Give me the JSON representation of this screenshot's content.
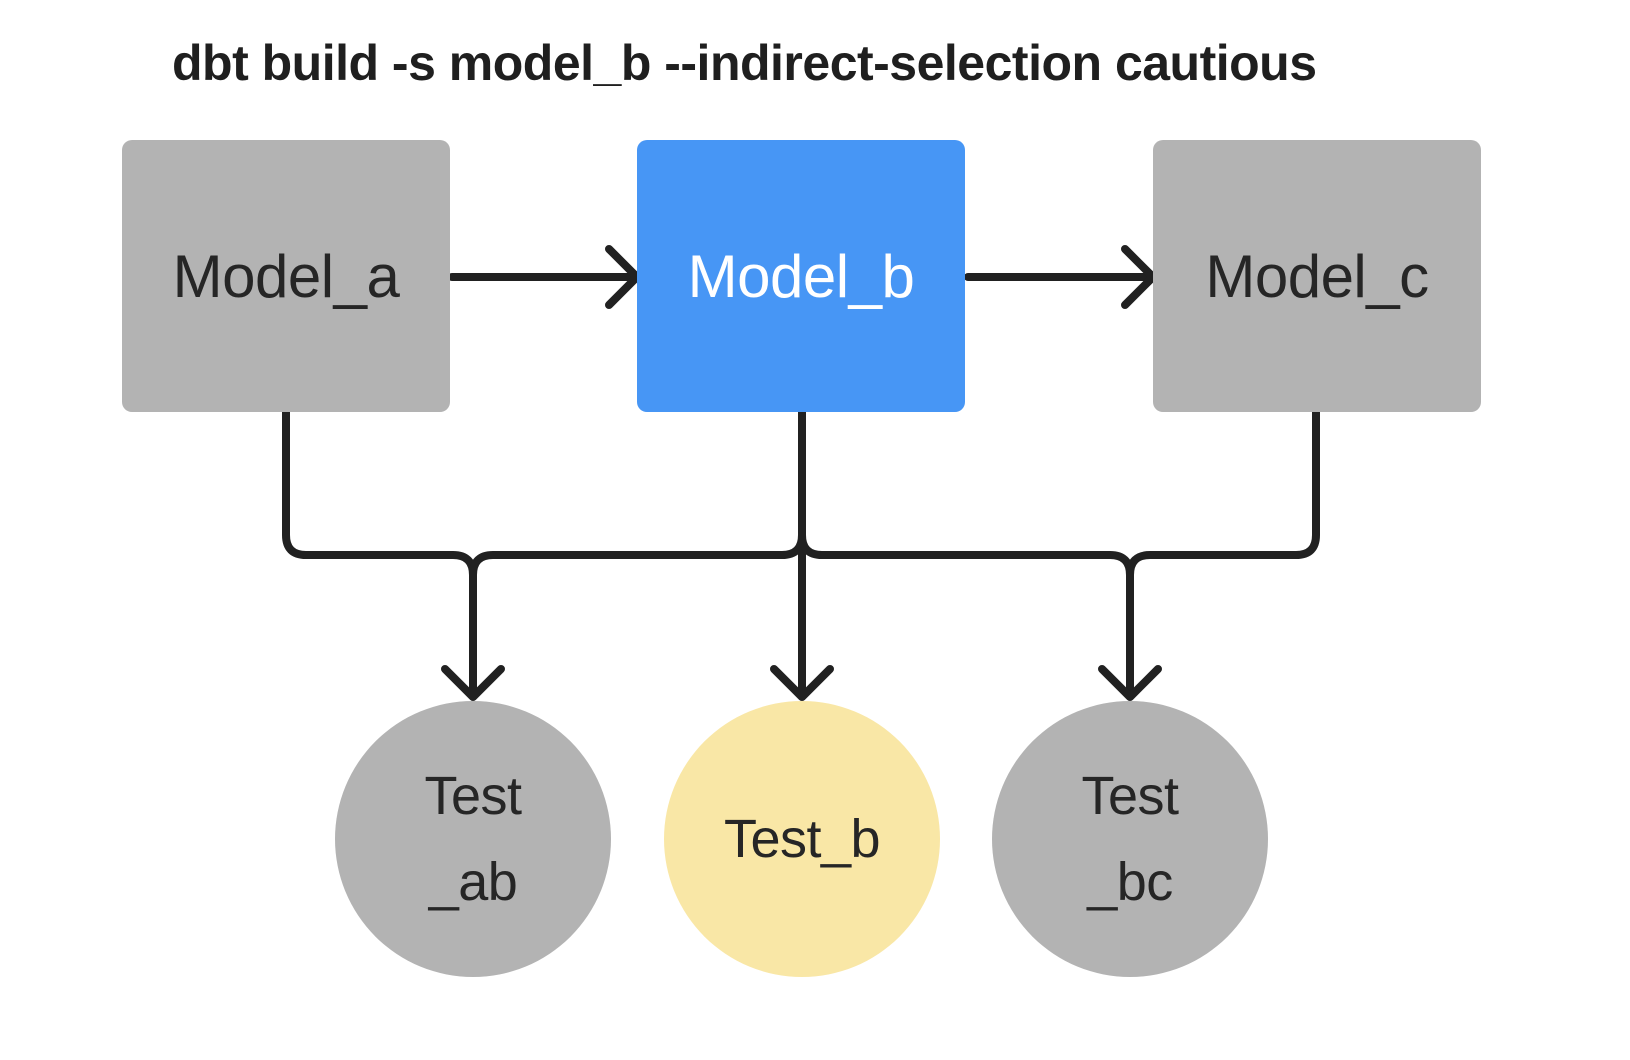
{
  "title": "dbt build -s model_b --indirect-selection cautious",
  "colors": {
    "background": "#ffffff",
    "model_default_fill": "#b3b3b3",
    "model_selected_fill": "#4796f5",
    "test_default_fill": "#b3b3b3",
    "test_selected_fill": "#f9e7a6",
    "edge_stroke": "#212121",
    "text_dark": "#262626",
    "text_light": "#ffffff"
  },
  "models": [
    {
      "id": "model_a",
      "label": "Model_a",
      "state": "not-selected",
      "fill": "#b3b3b3",
      "text_color": "#262626"
    },
    {
      "id": "model_b",
      "label": "Model_b",
      "state": "selected",
      "fill": "#4796f5",
      "text_color": "#ffffff"
    },
    {
      "id": "model_c",
      "label": "Model_c",
      "state": "not-selected",
      "fill": "#b3b3b3",
      "text_color": "#262626"
    }
  ],
  "tests": [
    {
      "id": "test_ab",
      "label": "Test\n_ab",
      "state": "not-selected",
      "fill": "#b3b3b3"
    },
    {
      "id": "test_b",
      "label": "Test_b",
      "state": "selected",
      "fill": "#f9e7a6"
    },
    {
      "id": "test_bc",
      "label": "Test\n_bc",
      "state": "not-selected",
      "fill": "#b3b3b3"
    }
  ],
  "edges": [
    {
      "from": "model_a",
      "to": "model_b"
    },
    {
      "from": "model_b",
      "to": "model_c"
    },
    {
      "from": "model_a",
      "to": "test_ab"
    },
    {
      "from": "model_b",
      "to": "test_ab"
    },
    {
      "from": "model_b",
      "to": "test_b"
    },
    {
      "from": "model_b",
      "to": "test_bc"
    },
    {
      "from": "model_c",
      "to": "test_bc"
    }
  ]
}
